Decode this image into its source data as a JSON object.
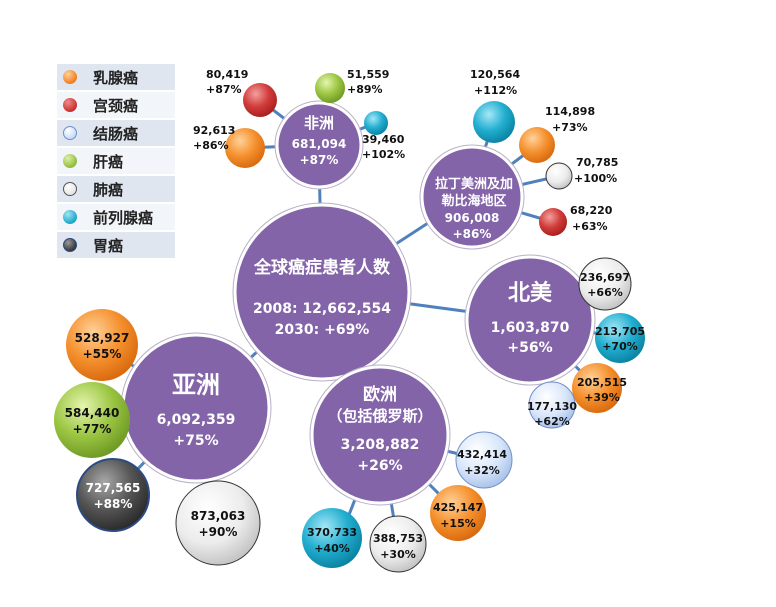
{
  "legend": [
    {
      "label": "乳腺癌",
      "color": "#f07d1f"
    },
    {
      "label": "宫颈癌",
      "color": "#c8302e"
    },
    {
      "label": "结肠癌",
      "color": "#c9dcf7"
    },
    {
      "label": "肝癌",
      "color": "#8fbd3b"
    },
    {
      "label": "肺癌",
      "color": "#e6e6e6"
    },
    {
      "label": "前列腺癌",
      "color": "#1aa6c8"
    },
    {
      "label": "胃癌",
      "color": "#4a4a4a"
    }
  ],
  "center": {
    "title": "全球癌症患者人数",
    "line1": "2008: 12,662,554",
    "line2": "2030:  +69%"
  },
  "regions": {
    "africa": {
      "name": "非洲",
      "count": "681,094",
      "growth": "+87%"
    },
    "latam": {
      "name_line1": "拉丁美洲及加",
      "name_line2": "勒比海地区",
      "count": "906,008",
      "growth": "+86%"
    },
    "north_america": {
      "name": "北美",
      "count": "1,603,870",
      "growth": "+56%"
    },
    "asia": {
      "name": "亚洲",
      "count": "6,092,359",
      "growth": "+75%"
    },
    "europe": {
      "name_line1": "欧洲",
      "name_line2": "（包括俄罗斯）",
      "count": "3,208,882",
      "growth": "+26%"
    }
  },
  "satellites": {
    "africa_cervical": {
      "count": "80,419",
      "growth": "+87%"
    },
    "africa_liver": {
      "count": "51,559",
      "growth": "+89%"
    },
    "africa_breast": {
      "count": "92,613",
      "growth": "+86%"
    },
    "africa_prostate": {
      "count": "39,460",
      "growth": "+102%"
    },
    "latam_prostate": {
      "count": "120,564",
      "growth": "+112%"
    },
    "latam_breast": {
      "count": "114,898",
      "growth": "+73%"
    },
    "latam_lung": {
      "count": "70,785",
      "growth": "+100%"
    },
    "latam_cervical": {
      "count": "68,220",
      "growth": "+63%"
    },
    "na_lung": {
      "count": "236,697",
      "growth": "+66%"
    },
    "na_prostate": {
      "count": "213,705",
      "growth": "+70%"
    },
    "na_breast": {
      "count": "205,515",
      "growth": "+39%"
    },
    "na_colon": {
      "count": "177,130",
      "growth": "+62%"
    },
    "asia_breast": {
      "count": "528,927",
      "growth": "+55%"
    },
    "asia_liver": {
      "count": "584,440",
      "growth": "+77%"
    },
    "asia_stomach": {
      "count": "727,565",
      "growth": "+88%"
    },
    "asia_lung": {
      "count": "873,063",
      "growth": "+90%"
    },
    "eu_colon": {
      "count": "432,414",
      "growth": "+32%"
    },
    "eu_breast": {
      "count": "425,147",
      "growth": "+15%"
    },
    "eu_lung": {
      "count": "388,753",
      "growth": "+30%"
    },
    "eu_prostate": {
      "count": "370,733",
      "growth": "+40%"
    }
  },
  "colors": {
    "region": "#8364a8",
    "connector": "#4f81bd",
    "breast": "#f07d1f",
    "cervical": "#c8302e",
    "colon": "#c9dcf7",
    "liver": "#8fbd3b",
    "lung": "#e6e6e6",
    "prostate": "#1aa6c8",
    "stomach": "#4a4a4a"
  }
}
